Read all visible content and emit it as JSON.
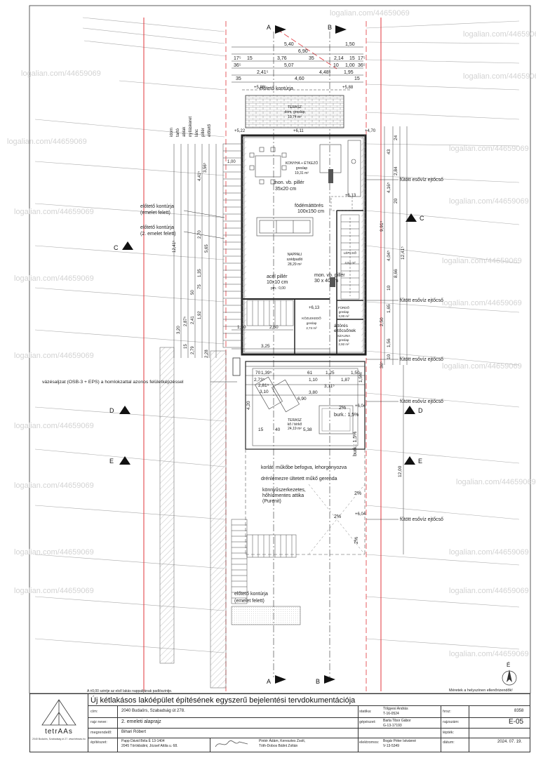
{
  "watermark": "logalian.com/44659069",
  "colors": {
    "line": "#333333",
    "boundary": "#e0353b",
    "hatch": "#888888",
    "paper": "#ffffff"
  },
  "section_marks": {
    "A": "A",
    "B": "B",
    "C": "C",
    "D": "D",
    "E": "E"
  },
  "top_dims": {
    "r1": [
      "5,40",
      "1,50"
    ],
    "r2": [
      "6,90"
    ],
    "r3": [
      "17⁵",
      "15",
      "3,76",
      "35",
      "2,14",
      "15",
      "17⁵"
    ],
    "r4": [
      "36⁵",
      "5,07",
      "10",
      "1,00",
      "36⁵"
    ],
    "r5": [
      "2,41⁵",
      "4,48⁵",
      "1,95"
    ],
    "r6": [
      "35",
      "4,60",
      "15"
    ]
  },
  "elev_marks": [
    "+5,88",
    "+5,88",
    "+5,22",
    "+6,11",
    "+4,70",
    "+6,13",
    "+6,13",
    "+6,04",
    "+6,04"
  ],
  "notes": {
    "eloteto_top": "előtető kontúrja",
    "teraszt": "TERASZ",
    "teraszt_sub": "dom. greslap",
    "teraszt_area": "10,74 m²",
    "kitchen": "KONYHA + ÉTKEZŐ",
    "kitchen_floor": "greslap",
    "kitchen_area": "19,31 m²",
    "pillar1a": "mon. vb. pillér",
    "pillar1b": "35x20 cm",
    "fodem1": "födémáttörés",
    "fodem2": "100x150 cm",
    "living": "NAPPALI",
    "living_floor": "szédpadló",
    "living_area": "28,29 m²",
    "steel1": "acél pillér",
    "steel2": "10x10 cm",
    "steel_pm": "pm.: 0,00",
    "pillar2a": "mon. vb. pillér",
    "pillar2b": "30 x 40 cm",
    "stair": "LÉPCSŐ",
    "stair_area": "4,84 m²",
    "hall": "KÖZLEKEDŐ",
    "hall_floor": "greslap",
    "hall_area": "2,74 m²",
    "wc": "FÜRDŐ",
    "wc_floor": "greslap",
    "wc_area": "3,00 m²",
    "attores1": "áttörés",
    "attores2": "ejtőcsőnek",
    "pantry": "SZAUNA",
    "pantry_floor": "greslap",
    "pantry_area": "2,92 m²",
    "eloteto_left1": "előtető kontúrja",
    "eloteto_left1b": "(emelet felett)",
    "eloteto_left2": "előtető kontúrja",
    "eloteto_left2b": "(2. emelet felett)",
    "vertical_labels": [
      "előtető",
      "pillér",
      "lánc",
      "nyíláskeret",
      "ablak",
      "tartó",
      "idom"
    ],
    "vaz": "vázésaljzat (OSB-3 + EPS) a homlokzattal azonos felületképzéssel",
    "terasz2": "TERASZ",
    "terasz2_floor": "kő / térkő",
    "terasz2_area": "24,19 m²",
    "burk1": "burk.: 1,5%",
    "burk2": "burk.: 1,5%",
    "pct": "2%",
    "korlat1": "korlát, műkőbe befogva, lehorgonyozva",
    "korlat2": "drénlemezre ültetett műkő gerenda",
    "konnyu1": "könnyűszerkezetes,",
    "konnyu2": "hőhídmentes attika",
    "konnyu3": "(Purenit)",
    "eloteto_bottom": "előtető kontúrja",
    "eloteto_bottom_b": "(emelet felett)",
    "ejtocso": "fűtött esővíz ejtőcső",
    "north": "É",
    "meretek": "Méretek a helyszínen ellenőrizendők!",
    "small_note": "A ±0,00 szintje az első lakás nappalijának padlószintje."
  },
  "right_dims": [
    "24",
    "43",
    "2,84",
    "4,16⁵",
    "20",
    "9,91⁵",
    "12,41⁵",
    "4,04⁵",
    "8,66",
    "10",
    "1,65",
    "2,50",
    "1,56",
    "10",
    "12,00",
    "1,5%",
    "36⁵"
  ],
  "left_dims": [
    "1,00",
    "3,56⁵",
    "4,41⁵",
    "2,70",
    "5,65",
    "12,41⁵",
    "1,35",
    "75",
    "50",
    "2,41",
    "1,92",
    "3,20",
    "2,87⁵",
    "15",
    "2,79",
    "2,28"
  ],
  "mid_dims": [
    "1,00",
    "2,60",
    "3,25",
    "1,39⁵",
    "2,73⁵",
    "2,81⁵",
    "3,10",
    "6,90",
    "3,80",
    "5,38",
    "40",
    "15",
    "4,20",
    "1,25",
    "1,50",
    "1,10",
    "1,87",
    "3,11⁵",
    "61",
    "70"
  ],
  "titleblock": {
    "project_title": "Új kétlakásos lakóépület építésének egyszerű bejelentési tervdokumentációja",
    "logo_brand": "tetrAAs",
    "logo_addr": "2040 Budaörs, Szabadság út 27. www.tetraas.hu",
    "cim_label": "cím:",
    "cim": "2040 Budaörs, Szabadság út 278.",
    "rajz_label": "rajz neve:",
    "rajz": "2. emeleti alaprajz",
    "megrendelo_label": "megrendelő:",
    "megrendelo": "Bihari Róbert",
    "epitesz_label": "építészet:",
    "epitesz1": "Papp Dávid Béla É 13-1404",
    "epitesz2": "2045 Törökbálint, József Attila u. 68.",
    "munkatars1": "Pintér Ádám, Keresztes Zsolt,",
    "munkatars2": "Tóth-Dobos Bálint Zoltán",
    "statika_label": "statika:",
    "statika1": "Tölgyesi András",
    "statika2": "T-16-0524",
    "gepeszet_label": "gépészet:",
    "gepeszet1": "Barta Tibor Gábor",
    "gepeszet2": "G-13-17193",
    "elektro_label": "elektromos:",
    "elektro1": "Bogár Péter Istvánné",
    "elektro2": "V-13-5349",
    "hrsz_label": "hrsz:",
    "hrsz": "8358",
    "rajzszam_label": "rajzszám:",
    "rajzszam": "E-05",
    "lepték_label": "lépték:",
    "lepték": "",
    "datum_label": "dátum:",
    "datum": "2024. 07. 19."
  }
}
